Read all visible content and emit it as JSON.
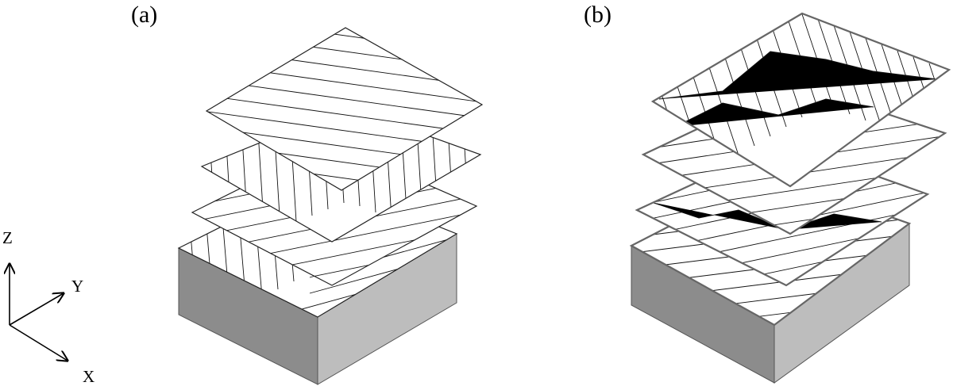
{
  "labels": {
    "panel_a": "(a)",
    "panel_b": "(b)"
  },
  "axes": {
    "z": "Z",
    "y": "Y",
    "x": "X"
  },
  "colors": {
    "line": "#000000",
    "edge": "#666666",
    "block_left": "#8c8c8c",
    "block_right": "#bdbdbd",
    "layer_fill": "#ffffff"
  }
}
